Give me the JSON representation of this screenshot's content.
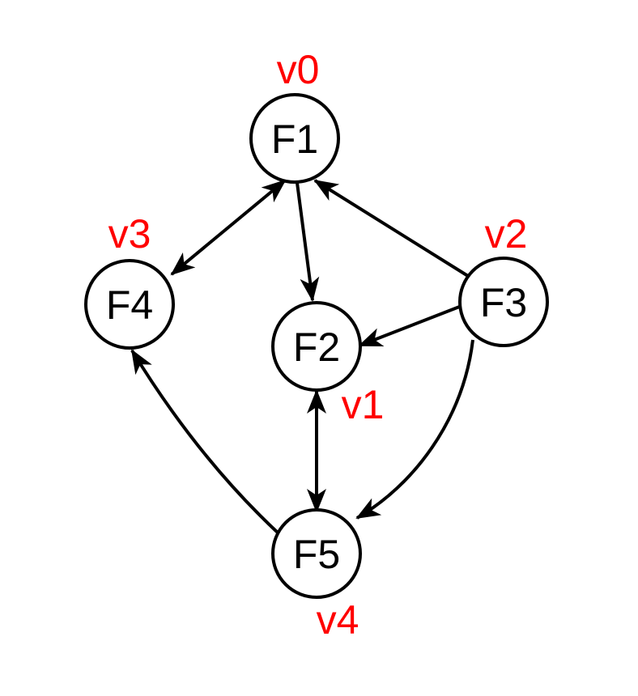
{
  "colors": {
    "edge": "#000000",
    "node_stroke": "#000000",
    "variable_label": "#ff0000"
  },
  "nodes": [
    {
      "id": "F1",
      "label": "F1",
      "var": "v0"
    },
    {
      "id": "F2",
      "label": "F2",
      "var": "v1"
    },
    {
      "id": "F3",
      "label": "F3",
      "var": "v2"
    },
    {
      "id": "F4",
      "label": "F4",
      "var": "v3"
    },
    {
      "id": "F5",
      "label": "F5",
      "var": "v4"
    }
  ],
  "edges": [
    {
      "from": "F1",
      "to": "F4",
      "direction": "both"
    },
    {
      "from": "F1",
      "to": "F2",
      "direction": "forward"
    },
    {
      "from": "F3",
      "to": "F1",
      "direction": "forward"
    },
    {
      "from": "F3",
      "to": "F2",
      "direction": "forward"
    },
    {
      "from": "F3",
      "to": "F5",
      "direction": "forward"
    },
    {
      "from": "F2",
      "to": "F5",
      "direction": "both"
    },
    {
      "from": "F5",
      "to": "F4",
      "direction": "forward"
    }
  ]
}
